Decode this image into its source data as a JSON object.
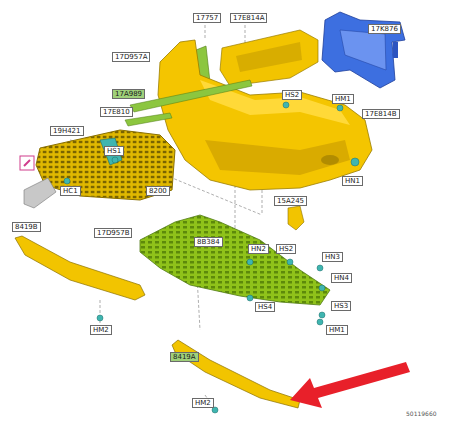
{
  "diagram": {
    "labels": [
      "17757",
      "17E814A",
      "17K876",
      "17D957A",
      "17A989",
      "HS2",
      "HM1",
      "17E810",
      "17E814B",
      "19H421",
      "HS1",
      "HN1",
      "HC1",
      "8200",
      "15A245",
      "8419B",
      "17D957B",
      "8B384",
      "HN2",
      "HS2",
      "HN3",
      "HN4",
      "HS4",
      "HS3",
      "HM1",
      "HM2",
      "8419A",
      "HM2",
      "50119660"
    ]
  }
}
